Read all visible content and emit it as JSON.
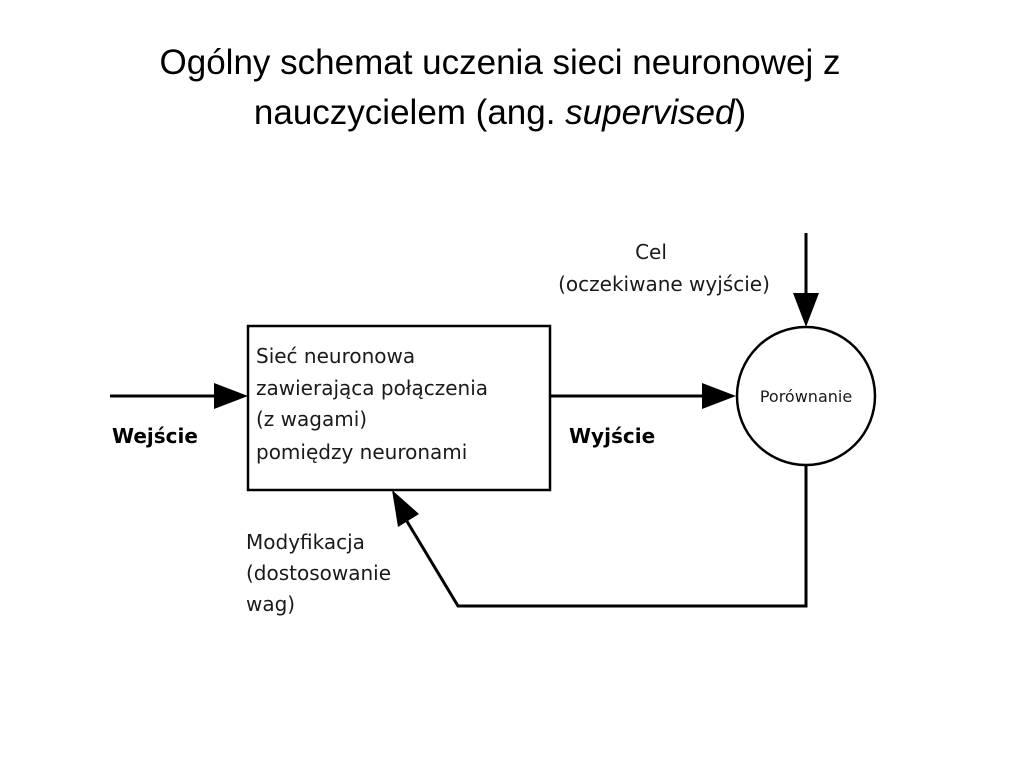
{
  "title": {
    "line1": "Ogólny schemat uczenia sieci neuronowej z",
    "line2_prefix": "nauczycielem (ang. ",
    "line2_italic": "supervised",
    "line2_suffix": ")"
  },
  "diagram": {
    "network_box": {
      "lines": [
        "Sieć neuronowa",
        "zawierająca połączenia",
        "(z wagami)",
        "pomiędzy neuronami"
      ]
    },
    "comparison_node": "Porównanie",
    "input_label": "Wejście",
    "output_label": "Wyjście",
    "target_label": {
      "line1": "Cel",
      "line2": "(oczekiwane wyjście)"
    },
    "modification_label": {
      "line1": "Modyfikacja",
      "line2": "(dostosowanie",
      "line3": "wag)"
    },
    "line_color": "#000000"
  }
}
